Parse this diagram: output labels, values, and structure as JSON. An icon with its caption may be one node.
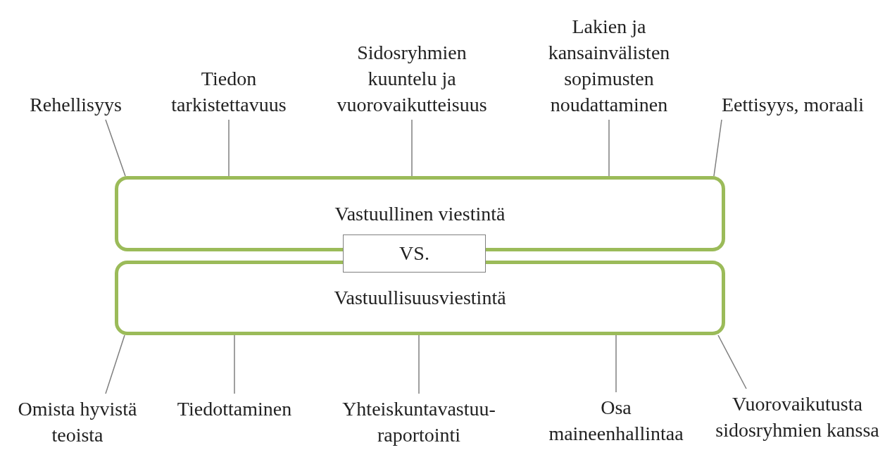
{
  "diagram": {
    "nodes": [
      {
        "text": [
          "Vastuullinen viestintä"
        ]
      },
      {
        "text": [
          "Vastuullisuusviestintä"
        ]
      },
      {
        "text": [
          "VS."
        ]
      },
      {
        "text": [
          "Rehellisyys"
        ]
      },
      {
        "text": [
          "Tiedon tarkistettavuus"
        ]
      },
      {
        "text": [
          "Sidosryhmien kuuntelu ja vuorovaikutteisuus"
        ]
      },
      {
        "text": [
          "Lakien ja kansainvälisten sopimusten noudattaminen"
        ]
      },
      {
        "text": [
          "Eettisyys, moraali"
        ]
      },
      {
        "text": [
          "Omista hyvistä teoista"
        ]
      },
      {
        "text": [
          "Tiedottaminen"
        ]
      },
      {
        "text": [
          "Yhteiskuntavastuu-raportointi"
        ]
      },
      {
        "text": [
          "Osa maineenhallintaa"
        ]
      },
      {
        "text": [
          "Vuorovaikutusta sidosryhmien kanssa"
        ]
      }
    ],
    "edges": [
      {
        "from": 3,
        "to": 0,
        "arrow": "none"
      },
      {
        "from": 4,
        "to": 0,
        "arrow": "none"
      },
      {
        "from": 5,
        "to": 0,
        "arrow": "none"
      },
      {
        "from": 6,
        "to": 0,
        "arrow": "none"
      },
      {
        "from": 7,
        "to": 0,
        "arrow": "none"
      },
      {
        "from": 8,
        "to": 1,
        "arrow": "none"
      },
      {
        "from": 9,
        "to": 1,
        "arrow": "none"
      },
      {
        "from": 10,
        "to": 1,
        "arrow": "none"
      },
      {
        "from": 11,
        "to": 1,
        "arrow": "none"
      },
      {
        "from": 12,
        "to": 1,
        "arrow": "none"
      }
    ]
  }
}
